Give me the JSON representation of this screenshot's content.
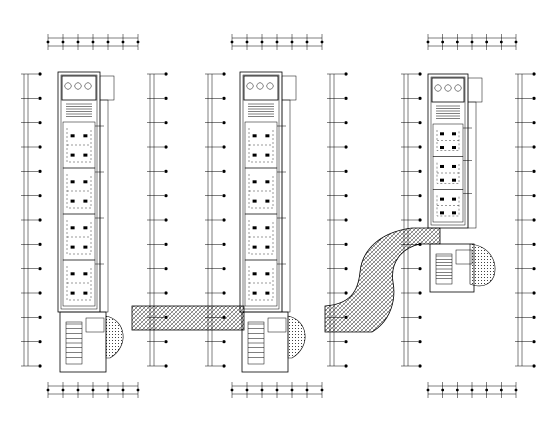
{
  "drawing": {
    "type": "architectural floor plan (electrical layout)",
    "blocks": [
      {
        "name": "block-left",
        "rooms": 4
      },
      {
        "name": "block-middle",
        "rooms": 4
      },
      {
        "name": "block-right",
        "rooms": 3
      }
    ],
    "connectors": [
      "corridor-left-middle",
      "curved-corridor-middle-right"
    ],
    "colors": {
      "line": "#000000",
      "background": "#ffffff"
    }
  }
}
